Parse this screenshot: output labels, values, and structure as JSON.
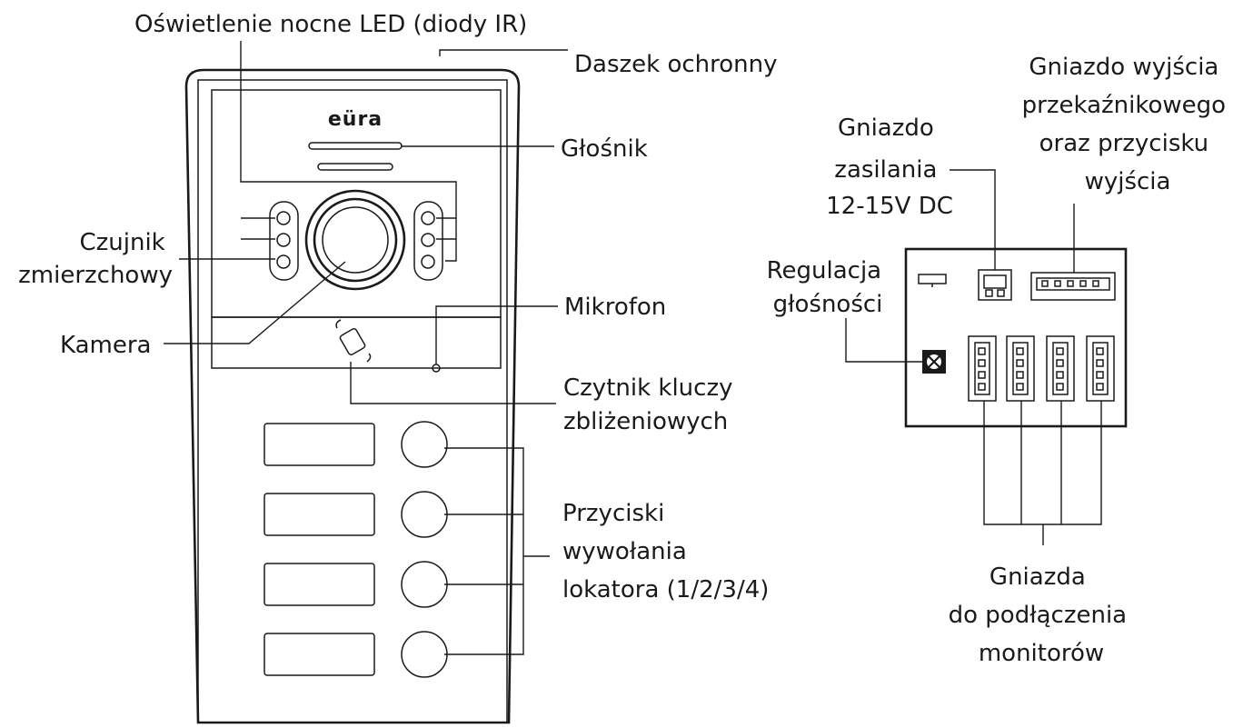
{
  "device": {
    "brand": "eüra"
  },
  "labels": {
    "led": "Oświetlenie nocne LED (diody IR)",
    "hood": "Daszek ochronny",
    "speaker": "Głośnik",
    "dusk_1": "Czujnik",
    "dusk_2": "zmierzchowy",
    "camera": "Kamera",
    "mic": "Mikrofon",
    "reader_1": "Czytnik kluczy",
    "reader_2": "zbliżeniowych",
    "buttons_1": "Przyciski",
    "buttons_2": "wywołania",
    "buttons_3": "lokatora (1/2/3/4)",
    "power_1": "Gniazdo",
    "power_2": "zasilania",
    "power_3": "12-15V DC",
    "relay_1": "Gniazdo wyjścia",
    "relay_2": "przekaźnikowego",
    "relay_3": "oraz przycisku",
    "relay_4": "wyjścia",
    "volume_1": "Regulacja",
    "volume_2": "głośności",
    "monitors_1": "Gniazda",
    "monitors_2": "do podłączenia",
    "monitors_3": "monitorów"
  }
}
